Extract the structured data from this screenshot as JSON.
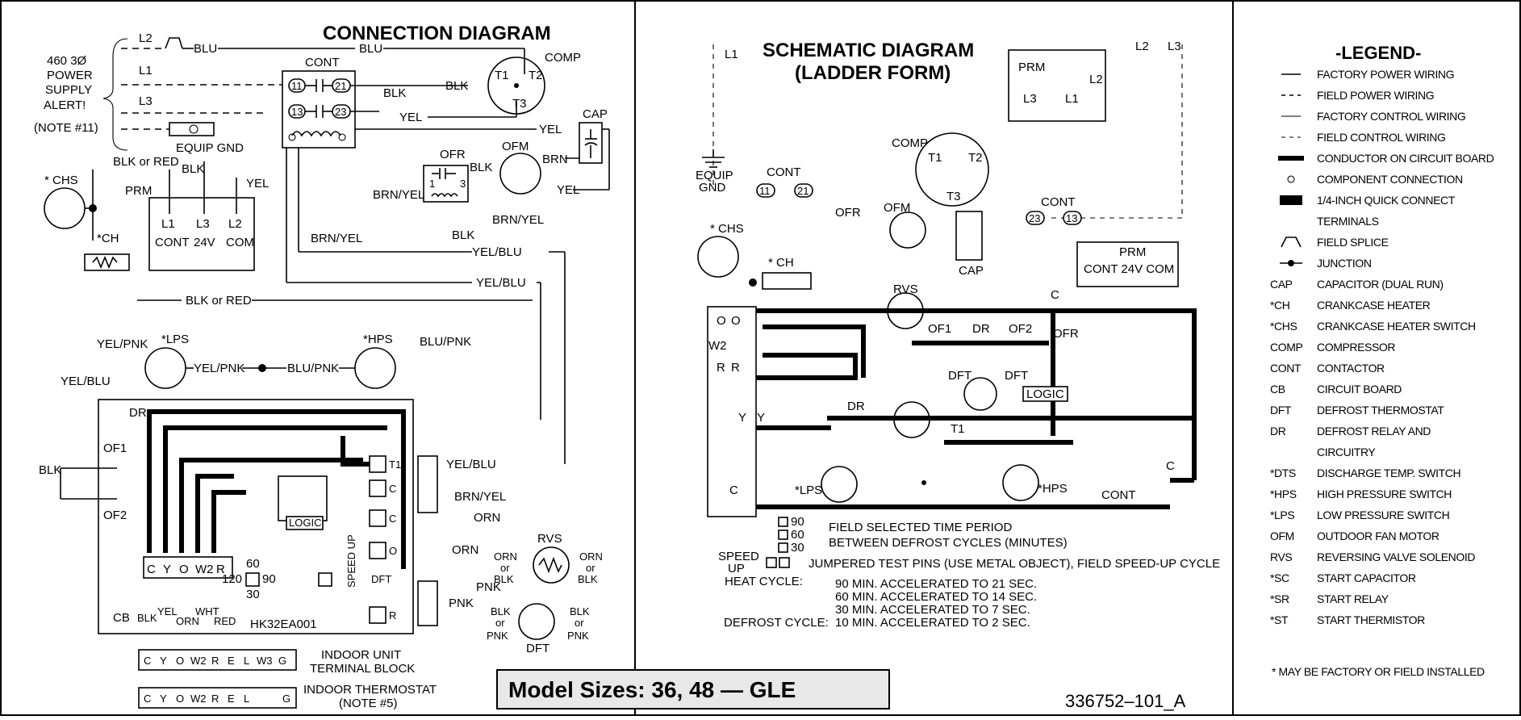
{
  "connection_diagram": {
    "title": "CONNECTION  DIAGRAM",
    "power_supply": [
      "460 3Ø",
      "POWER",
      "SUPPLY",
      "ALERT!",
      "(NOTE #11)"
    ],
    "lines": {
      "l1": "L1",
      "l2": "L2",
      "l3": "L3"
    },
    "equip_gnd": "EQUIP GND",
    "wires": {
      "blu": "BLU",
      "blk": "BLK",
      "yel": "YEL",
      "brn": "BRN",
      "blk_or_red": "BLK or RED",
      "brn_yel": "BRN/YEL",
      "yel_blu": "YEL/BLU",
      "yel_pnk": "YEL/PNK",
      "blu_pnk": "BLU/PNK",
      "orn": "ORN",
      "pnk": "PNK",
      "or": "or",
      "red": "RED",
      "wht": "WHT"
    },
    "components": {
      "cont": "CONT",
      "comp": "COMP",
      "cap": "CAP",
      "ofr": "OFR",
      "ofm": "OFM",
      "chs": "* CHS",
      "ch": "*CH",
      "prm": "PRM",
      "lps": "*LPS",
      "hps": "*HPS",
      "rvs": "RVS",
      "dft": "DFT",
      "dr": "DR",
      "of1": "OF1",
      "of2": "OF2",
      "cb": "CB",
      "logic": "LOGIC",
      "speed_up": "SPEED UP",
      "board_id": "HK32EA001"
    },
    "prm_terms": [
      "L1",
      "L3",
      "L2",
      "CONT",
      "24V",
      "COM"
    ],
    "cont_terms": [
      "11",
      "21",
      "13",
      "23"
    ],
    "comp_terms": [
      "T1",
      "T2",
      "T3"
    ],
    "board_terms": [
      "C",
      "Y",
      "O",
      "W2",
      "R"
    ],
    "side_terms": [
      "T1",
      "C",
      "C",
      "O",
      "R"
    ],
    "timer_values": [
      "60",
      "120",
      "90",
      "30"
    ],
    "indoor_unit": "INDOOR UNIT",
    "terminal_block": "TERMINAL BLOCK",
    "indoor_thermostat": "INDOOR THERMOSTAT",
    "note5": "(NOTE #5)",
    "tb_terms": [
      "C",
      "Y",
      "O",
      "W2",
      "R",
      "E",
      "L",
      "W3",
      "G"
    ],
    "tstat_terms": [
      "C",
      "Y",
      "O",
      "W2",
      "R",
      "E",
      "L",
      "G"
    ]
  },
  "model_sizes": "Model Sizes:  36, 48 — GLE",
  "schematic": {
    "title1": "SCHEMATIC DIAGRAM",
    "title2": "(LADDER FORM)",
    "labels": {
      "l1": "L1",
      "l2": "L2",
      "l3": "L3",
      "prm": "PRM",
      "comp": "COMP",
      "cont": "CONT",
      "equip": "EQUIP",
      "gnd": "GND",
      "ofr": "OFR",
      "ofm": "OFM",
      "cap": "CAP",
      "chs": "* CHS",
      "ch": "* CH",
      "rvs": "RVS",
      "of1": "OF1",
      "dr": "DR",
      "of2": "OF2",
      "dft": "DFT",
      "logic": "LOGIC",
      "t1": "T1",
      "lps": "*LPS",
      "hps": "*HPS",
      "c": "C",
      "o": "O",
      "w2": "W2",
      "r": "R",
      "y": "Y",
      "prm_terms": "CONT 24V COM",
      "t2": "T2",
      "t3": "T3"
    },
    "notes": {
      "field_selected": "FIELD SELECTED TIME PERIOD",
      "between": "BETWEEN DEFROST CYCLES (MINUTES)",
      "opts": [
        "90",
        "60",
        "30"
      ],
      "speed": "SPEED",
      "up": "UP",
      "jumpered": "JUMPERED TEST PINS (USE METAL OBJECT), FIELD SPEED-UP CYCLE",
      "heat_cycle": "HEAT CYCLE:",
      "heat_lines": [
        "90 MIN. ACCELERATED TO 21 SEC.",
        "60 MIN. ACCELERATED TO 14 SEC.",
        "30 MIN. ACCELERATED TO 7 SEC."
      ],
      "defrost_cycle": "DEFROST CYCLE:",
      "defrost_line": "10 MIN. ACCELERATED TO 2 SEC."
    },
    "drawing_number": "336752–101_A"
  },
  "legend": {
    "title": "-LEGEND-",
    "symbols": [
      "FACTORY POWER WIRING",
      "FIELD POWER WIRING",
      "FACTORY CONTROL WIRING",
      "FIELD CONTROL WIRING",
      "CONDUCTOR ON CIRCUIT BOARD",
      "COMPONENT CONNECTION",
      "1/4-INCH QUICK CONNECT",
      "TERMINALS",
      "FIELD SPLICE",
      "JUNCTION"
    ],
    "abbreviations": [
      {
        "code": "CAP",
        "desc": "CAPACITOR (DUAL RUN)"
      },
      {
        "code": "*CH",
        "desc": "CRANKCASE HEATER"
      },
      {
        "code": "*CHS",
        "desc": "CRANKCASE HEATER SWITCH"
      },
      {
        "code": "COMP",
        "desc": "COMPRESSOR"
      },
      {
        "code": "CONT",
        "desc": "CONTACTOR"
      },
      {
        "code": "CB",
        "desc": "CIRCUIT BOARD"
      },
      {
        "code": "DFT",
        "desc": "DEFROST THERMOSTAT"
      },
      {
        "code": "DR",
        "desc": "DEFROST RELAY AND"
      },
      {
        "code": "",
        "desc": "CIRCUITRY"
      },
      {
        "code": "*DTS",
        "desc": "DISCHARGE TEMP. SWITCH"
      },
      {
        "code": "*HPS",
        "desc": "HIGH PRESSURE SWITCH"
      },
      {
        "code": "*LPS",
        "desc": "LOW PRESSURE SWITCH"
      },
      {
        "code": "OFM",
        "desc": "OUTDOOR FAN MOTOR"
      },
      {
        "code": "RVS",
        "desc": "REVERSING VALVE SOLENOID"
      },
      {
        "code": "*SC",
        "desc": "START CAPACITOR"
      },
      {
        "code": "*SR",
        "desc": "START RELAY"
      },
      {
        "code": "*ST",
        "desc": "START THERMISTOR"
      }
    ],
    "footnote": "* MAY BE FACTORY OR FIELD INSTALLED"
  }
}
